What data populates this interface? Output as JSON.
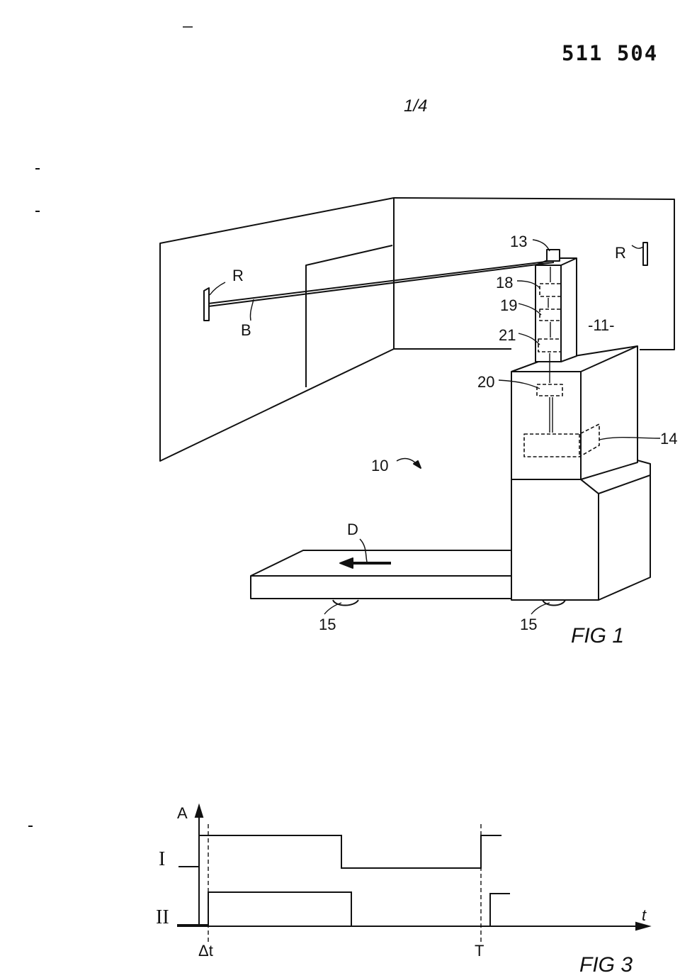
{
  "header": {
    "patent_number": "511 504",
    "sheet": "1/4"
  },
  "fig1": {
    "caption": "FIG 1",
    "labels": {
      "reflector_left": "R",
      "beam": "B",
      "reflector_right": "R",
      "sensor": "13",
      "box18": "18",
      "box19": "19",
      "box21": "21",
      "unit11": "-11-",
      "box20": "20",
      "box14": "14",
      "vehicle": "10",
      "direction": "D",
      "wheel_front": "15",
      "wheel_rear": "15"
    }
  },
  "fig3": {
    "caption": "FIG 3",
    "labels": {
      "y_axis": "A",
      "x_axis": "t",
      "signal_I": "I",
      "signal_II": "II",
      "delta_t": "Δt",
      "period": "T"
    }
  }
}
